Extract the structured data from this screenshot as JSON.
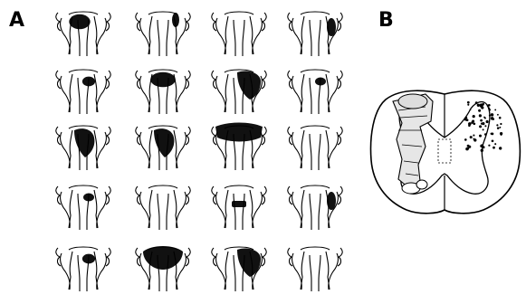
{
  "panels": {
    "a_label": "A",
    "b_label": "B"
  },
  "grid": {
    "rows": 5,
    "cols": 4,
    "sections": [
      {
        "lesion": "left-dorsal",
        "extent": 0.55
      },
      {
        "lesion": "right-lateral-small",
        "extent": 0.25
      },
      {
        "lesion": "none",
        "extent": 0.0
      },
      {
        "lesion": "right-lateral",
        "extent": 0.3
      },
      {
        "lesion": "right-dorsal",
        "extent": 0.35
      },
      {
        "lesion": "bilateral-dorsal",
        "extent": 0.7
      },
      {
        "lesion": "right-dorsal-large",
        "extent": 0.55
      },
      {
        "lesion": "right-dorsal-small",
        "extent": 0.25
      },
      {
        "lesion": "central-right",
        "extent": 0.45
      },
      {
        "lesion": "central-right-large",
        "extent": 0.5
      },
      {
        "lesion": "dorsal-band",
        "extent": 0.8
      },
      {
        "lesion": "none-dots",
        "extent": 0.05
      },
      {
        "lesion": "right-dorsal-small",
        "extent": 0.25
      },
      {
        "lesion": "none",
        "extent": 0.0
      },
      {
        "lesion": "central-small",
        "extent": 0.25
      },
      {
        "lesion": "right-lateral",
        "extent": 0.4
      },
      {
        "lesion": "right-dorsal",
        "extent": 0.35
      },
      {
        "lesion": "bilateral-dorsal-wide",
        "extent": 0.85
      },
      {
        "lesion": "right-dorsal-medium",
        "extent": 0.45
      },
      {
        "lesion": "none",
        "extent": 0.0
      }
    ]
  },
  "colors": {
    "ink": "#000000",
    "fill": "#111111",
    "background": "#ffffff",
    "shade": "#bbbbbb"
  }
}
